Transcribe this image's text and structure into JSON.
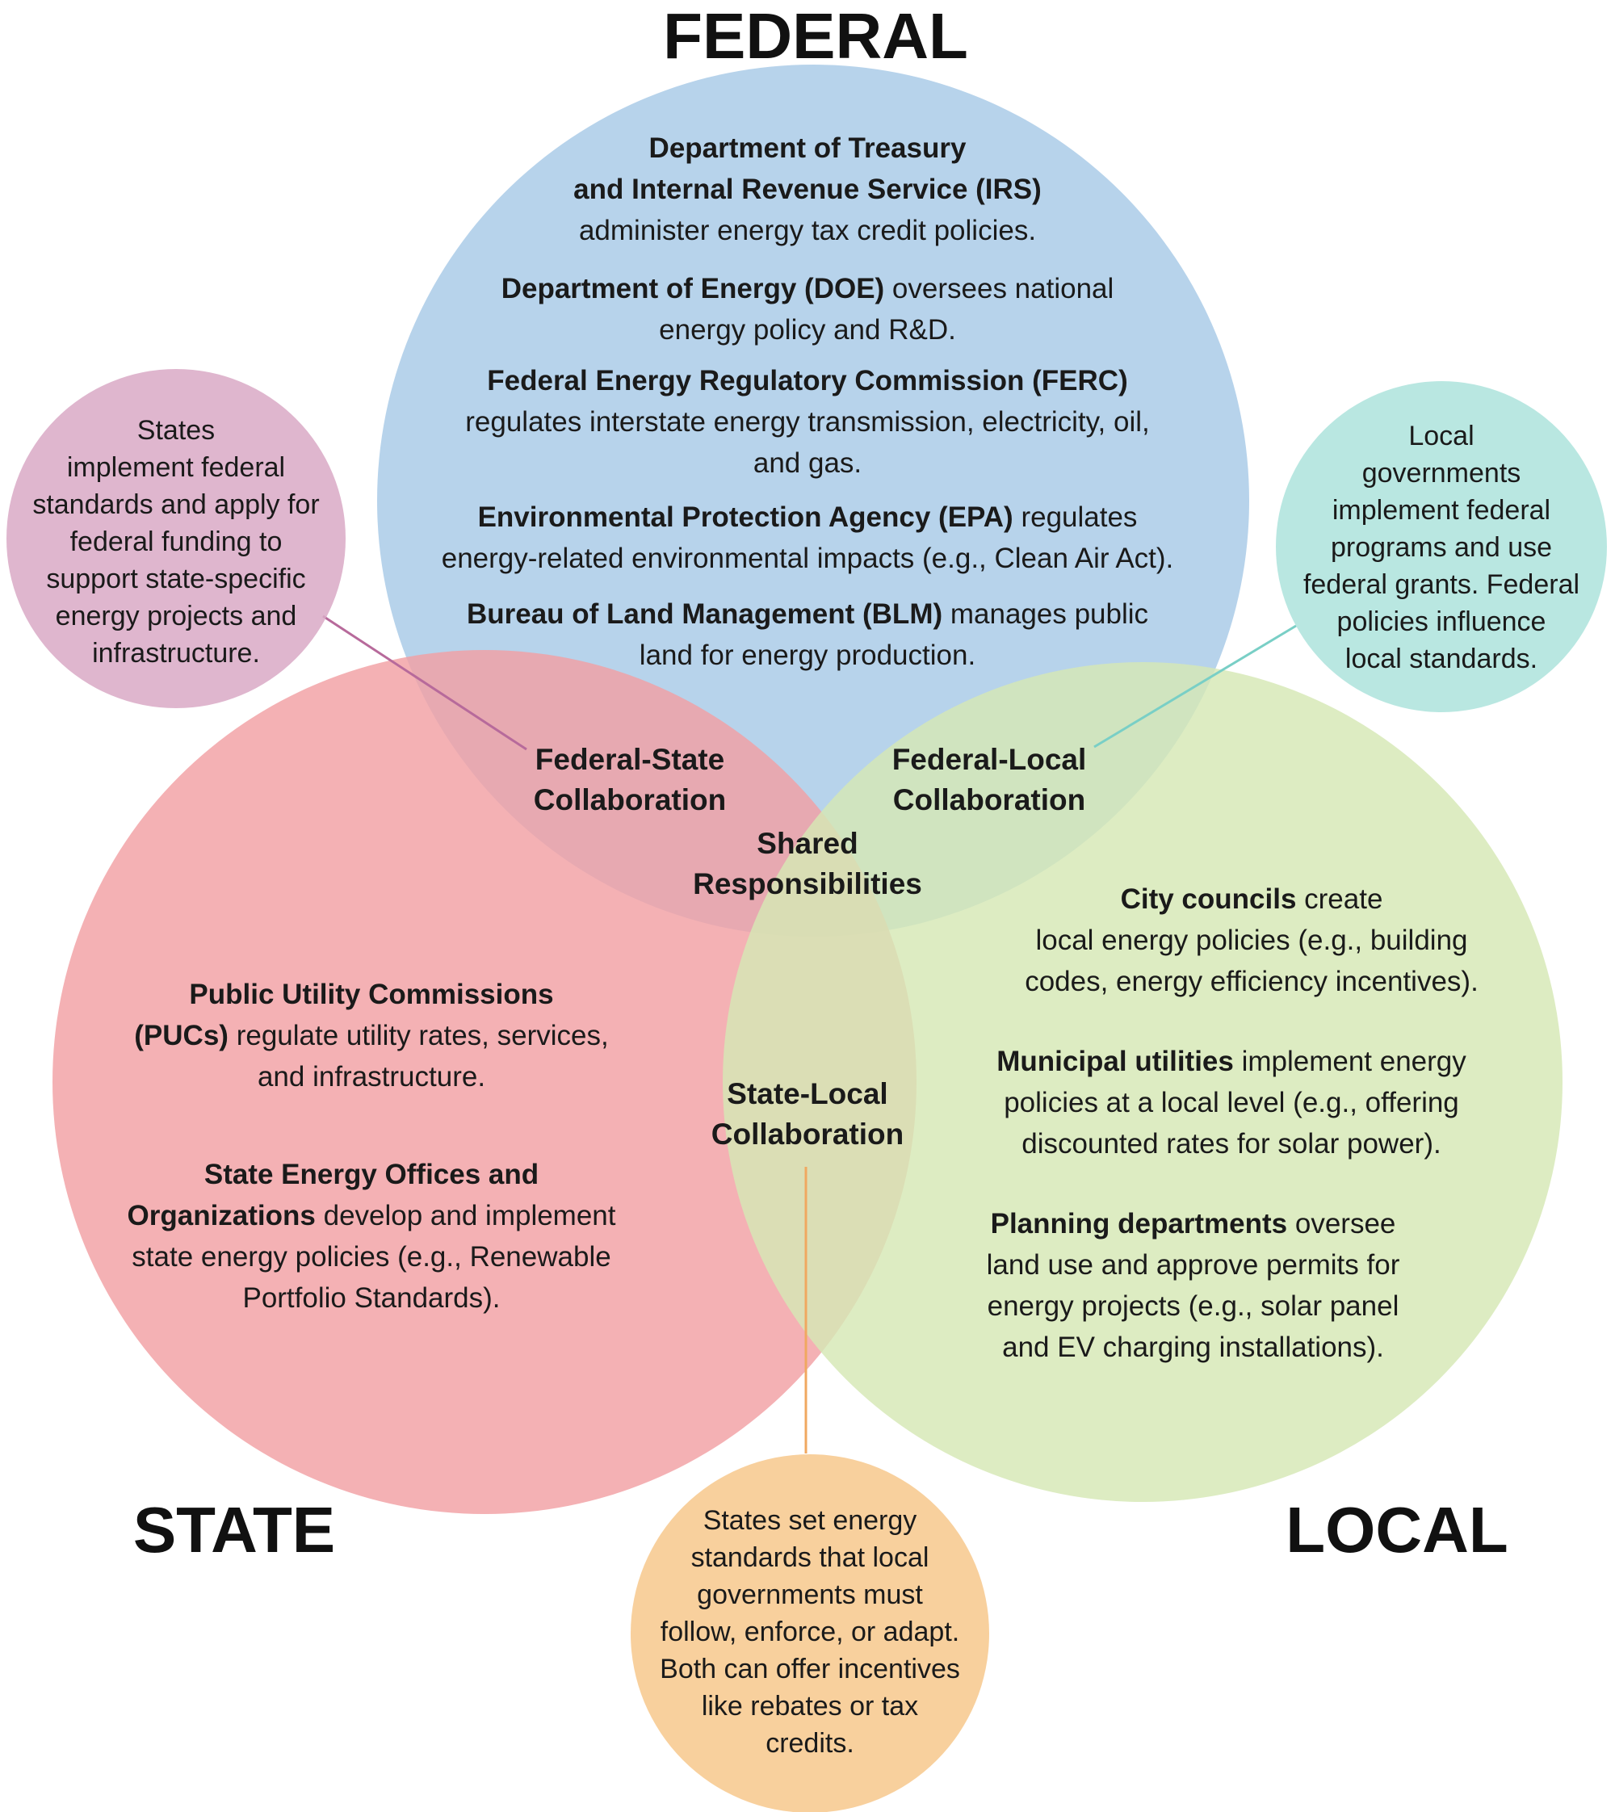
{
  "headings": {
    "federal": "FEDERAL",
    "state": "STATE",
    "local": "LOCAL"
  },
  "colors": {
    "federal": "#a7c9e6",
    "state": "#f2a0a3",
    "local": "#d6e8b4",
    "federal_state_side": "#d9a9c6",
    "federal_local_side": "#ade3dc",
    "state_local_side": "#f8cd98"
  },
  "federal": {
    "irs_bold_1": "Department of Treasury",
    "irs_bold_2": "and Internal Revenue Service (IRS)",
    "irs_text": "administer energy tax credit policies.",
    "doe_bold": "Department of Energy (DOE)",
    "doe_text_1": " oversees national",
    "doe_text_2": "energy policy and R&D.",
    "ferc_bold": "Federal Energy Regulatory Commission (FERC)",
    "ferc_text_1": "regulates interstate energy transmission, electricity, oil,",
    "ferc_text_2": "and gas.",
    "epa_bold": "Environmental Protection Agency (EPA)",
    "epa_text_1": " regulates",
    "epa_text_2": "energy-related environmental impacts (e.g., Clean Air Act).",
    "blm_bold": "Bureau of Land Management (BLM)",
    "blm_text_1": " manages public",
    "blm_text_2": "land for energy production."
  },
  "state": {
    "puc_bold_1": "Public Utility Commissions",
    "puc_bold_2": "(PUCs)",
    "puc_text_1": " regulate utility rates, services,",
    "puc_text_2": "and infrastructure.",
    "seo_bold_1": "State Energy Offices and",
    "seo_bold_2": "Organizations",
    "seo_text_1": " develop and implement",
    "seo_text_2": "state energy policies (e.g., Renewable",
    "seo_text_3": "Portfolio Standards)."
  },
  "local": {
    "cc_bold": "City councils",
    "cc_text_1": " create",
    "cc_text_2": "local energy policies (e.g., building",
    "cc_text_3": "codes, energy efficiency incentives).",
    "mu_bold": "Municipal utilities",
    "mu_text_1": " implement energy",
    "mu_text_2": "policies at a local level (e.g., offering",
    "mu_text_3": "discounted rates for solar power).",
    "pd_bold": "Planning departments",
    "pd_text_1": " oversee",
    "pd_text_2": "land use and approve permits for",
    "pd_text_3": "energy projects (e.g., solar panel",
    "pd_text_4": "and EV charging installations)."
  },
  "zones": {
    "federal_state_1": "Federal-State",
    "federal_state_2": "Collaboration",
    "federal_local_1": "Federal-Local",
    "federal_local_2": "Collaboration",
    "shared_1": "Shared",
    "shared_2": "Responsibilities",
    "state_local_1": "State-Local",
    "state_local_2": "Collaboration"
  },
  "side_notes": {
    "federal_state": [
      "States",
      "implement federal",
      "standards and apply for",
      "federal funding to",
      "support state-specific",
      "energy projects and",
      "infrastructure."
    ],
    "federal_local": [
      "Local",
      "governments",
      "implement federal",
      "programs and use",
      "federal grants. Federal",
      "policies influence",
      "local standards."
    ],
    "state_local": [
      "States set energy",
      "standards that local",
      "governments must",
      "follow, enforce, or adapt.",
      "Both can offer incentives",
      "like rebates or tax",
      "credits."
    ]
  }
}
